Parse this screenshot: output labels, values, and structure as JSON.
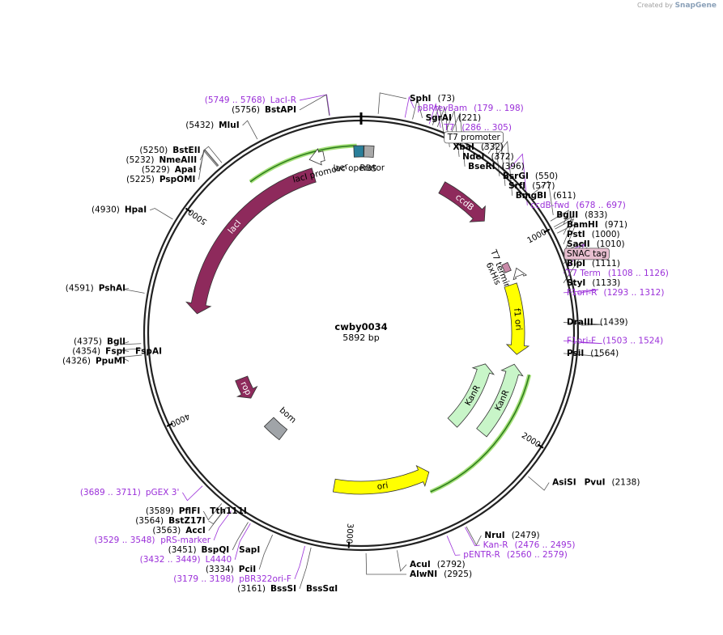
{
  "credit": {
    "prefix": "Created by",
    "brand": "SnapGene"
  },
  "plasmid": {
    "name": "cwby0034",
    "length_label": "5892 bp",
    "total_bp": 5892
  },
  "ruler": [
    {
      "bp": 1000,
      "label": "1000"
    },
    {
      "bp": 2000,
      "label": "2000"
    },
    {
      "bp": 3000,
      "label": "3000"
    },
    {
      "bp": 4000,
      "label": "4000"
    },
    {
      "bp": 5000,
      "label": "5000"
    }
  ],
  "features": [
    {
      "name": "lacI",
      "start": 4530,
      "end": 5620,
      "dir": "rev",
      "color": "#8e2a5c",
      "label": "lacI"
    },
    {
      "name": "lacI-promoter",
      "start": 5621,
      "end": 5698,
      "dir": "rev",
      "color": "#ffffff",
      "label": "lacI promoter"
    },
    {
      "name": "ccdB",
      "start": 474,
      "end": 780,
      "dir": "fwd",
      "color": "#8e2a5c",
      "label": "ccdB"
    },
    {
      "name": "T7-terminator",
      "start": 1100,
      "end": 1145,
      "dir": "rev",
      "color": "#ffffff",
      "label": "T7 terminator"
    },
    {
      "name": "f1-ori",
      "start": 1180,
      "end": 1600,
      "dir": "fwd",
      "color": "#ffff00",
      "label": "f1 ori"
    },
    {
      "name": "KanR-1",
      "start": 1700,
      "end": 2200,
      "dir": "rev",
      "color": "#c8f5c8",
      "label": "KanR"
    },
    {
      "name": "KanR-2",
      "start": 1660,
      "end": 2120,
      "dir": "rev",
      "color": "#c8f5c8",
      "label": "KanR"
    },
    {
      "name": "ori",
      "start": 2520,
      "end": 3110,
      "dir": "rev",
      "color": "#ffff00",
      "label": "ori"
    },
    {
      "name": "rop",
      "start": 3920,
      "end": 4080,
      "dir": "rev",
      "color": "#8e2a5c",
      "label": "rop"
    },
    {
      "name": "bom",
      "start": 3560,
      "end": 3700,
      "dir": "none",
      "color": "#a0a4a8",
      "label": "bom"
    }
  ],
  "small_features": [
    {
      "name": "lac operator",
      "label": "lac operator"
    },
    {
      "name": "RBS",
      "label": "RBS"
    },
    {
      "name": "6xHis",
      "label": "6xHis"
    }
  ],
  "labels": [
    {
      "side": "left",
      "kind": "primer",
      "name": "LacI-R",
      "pos": "(5749 .. 5768)",
      "bp": 5758
    },
    {
      "side": "left",
      "kind": "enzyme",
      "name": "BstAPI",
      "pos": "(5756)",
      "bp": 5756
    },
    {
      "side": "left",
      "kind": "enzyme",
      "name": "MluI",
      "pos": "(5432)",
      "bp": 5432
    },
    {
      "side": "left",
      "kind": "enzyme",
      "name": "BstEII",
      "pos": "(5250)",
      "bp": 5250
    },
    {
      "side": "left",
      "kind": "enzyme",
      "name": "NmeAIII",
      "pos": "(5232)",
      "bp": 5232
    },
    {
      "side": "left",
      "kind": "enzyme",
      "name": "ApaI",
      "pos": "(5229)",
      "bp": 5229
    },
    {
      "side": "left",
      "kind": "enzyme",
      "name": "PspOMI",
      "pos": "(5225)",
      "bp": 5225
    },
    {
      "side": "left",
      "kind": "enzyme",
      "name": "HpaI",
      "pos": "(4930)",
      "bp": 4930
    },
    {
      "side": "left",
      "kind": "enzyme",
      "name": "PshAI",
      "pos": "(4591)",
      "bp": 4591
    },
    {
      "side": "left",
      "kind": "enzyme",
      "name": "BglI",
      "pos": "(4375)",
      "bp": 4375
    },
    {
      "side": "left",
      "kind": "enzyme",
      "name": "FspI",
      "pos": "(4354)",
      "bp": 4354,
      "extra": "FspAI"
    },
    {
      "side": "left",
      "kind": "enzyme",
      "name": "PpuMI",
      "pos": "(4326)",
      "bp": 4326
    },
    {
      "side": "left",
      "kind": "primer",
      "name": "pGEX 3'",
      "pos": "(3689 .. 3711)",
      "bp": 3700
    },
    {
      "side": "left",
      "kind": "enzyme",
      "name": "PflFI",
      "pos": "(3589)",
      "bp": 3589,
      "extra": "Tth111I"
    },
    {
      "side": "left",
      "kind": "enzyme",
      "name": "BstZ17I",
      "pos": "(3564)",
      "bp": 3564
    },
    {
      "side": "left",
      "kind": "enzyme",
      "name": "AccI",
      "pos": "(3563)",
      "bp": 3563
    },
    {
      "side": "left",
      "kind": "primer",
      "name": "pRS-marker",
      "pos": "(3529 .. 3548)",
      "bp": 3538
    },
    {
      "side": "left",
      "kind": "enzyme",
      "name": "BspQI",
      "pos": "(3451)",
      "bp": 3451,
      "extra": "SapI"
    },
    {
      "side": "left",
      "kind": "primer",
      "name": "L4440",
      "pos": "(3432 .. 3449)",
      "bp": 3440
    },
    {
      "side": "left",
      "kind": "enzyme",
      "name": "PciI",
      "pos": "(3334)",
      "bp": 3334
    },
    {
      "side": "left",
      "kind": "primer",
      "name": "pBR322ori-F",
      "pos": "(3179 .. 3198)",
      "bp": 3188
    },
    {
      "side": "left",
      "kind": "enzyme",
      "name": "BssSI",
      "pos": "(3161)",
      "bp": 3161,
      "extra": "BssSαI"
    },
    {
      "side": "right",
      "kind": "enzyme",
      "name": "SphI",
      "pos": "(73)",
      "bp": 73
    },
    {
      "side": "right",
      "kind": "primer",
      "name": "pBRrevBam",
      "pos": "(179 .. 198)",
      "bp": 188
    },
    {
      "side": "right",
      "kind": "enzyme",
      "name": "SgrAI",
      "pos": "(221)",
      "bp": 221
    },
    {
      "side": "right",
      "kind": "primer",
      "name": "T7",
      "pos": "(286 .. 305)",
      "bp": 295
    },
    {
      "side": "right",
      "kind": "feature",
      "name": "T7 promoter",
      "pos": "",
      "bp": 310
    },
    {
      "side": "right",
      "kind": "enzyme",
      "name": "XbaI",
      "pos": "(332)",
      "bp": 332
    },
    {
      "side": "right",
      "kind": "enzyme",
      "name": "NdeI",
      "pos": "(372)",
      "bp": 372
    },
    {
      "side": "right",
      "kind": "enzyme",
      "name": "BseRI",
      "pos": "(396)",
      "bp": 396
    },
    {
      "side": "right",
      "kind": "enzyme",
      "name": "BsrGI",
      "pos": "(550)",
      "bp": 550
    },
    {
      "side": "right",
      "kind": "enzyme",
      "name": "SrfI",
      "pos": "(577)",
      "bp": 577
    },
    {
      "side": "right",
      "kind": "enzyme",
      "name": "BmgBI",
      "pos": "(611)",
      "bp": 611
    },
    {
      "side": "right",
      "kind": "primer",
      "name": "ccdB-fwd",
      "pos": "(678 .. 697)",
      "bp": 687
    },
    {
      "side": "right",
      "kind": "enzyme",
      "name": "BglII",
      "pos": "(833)",
      "bp": 833
    },
    {
      "side": "right",
      "kind": "enzyme",
      "name": "BamHI",
      "pos": "(971)",
      "bp": 971
    },
    {
      "side": "right",
      "kind": "enzyme",
      "name": "PstI",
      "pos": "(1000)",
      "bp": 1000
    },
    {
      "side": "right",
      "kind": "enzyme",
      "name": "SacII",
      "pos": "(1010)",
      "bp": 1010
    },
    {
      "side": "right",
      "kind": "feature",
      "name": "SNAC tag",
      "pos": "",
      "bp": 1030
    },
    {
      "side": "right",
      "kind": "enzyme",
      "name": "BlpI",
      "pos": "(1111)",
      "bp": 1111
    },
    {
      "side": "right",
      "kind": "primer",
      "name": "T7 Term",
      "pos": "(1108 .. 1126)",
      "bp": 1117
    },
    {
      "side": "right",
      "kind": "enzyme",
      "name": "StyI",
      "pos": "(1133)",
      "bp": 1133
    },
    {
      "side": "right",
      "kind": "primer",
      "name": "F1ori-R",
      "pos": "(1293 .. 1312)",
      "bp": 1302
    },
    {
      "side": "right",
      "kind": "enzyme",
      "name": "DraIII",
      "pos": "(1439)",
      "bp": 1439
    },
    {
      "side": "right",
      "kind": "primer",
      "name": "F1ori-F",
      "pos": "(1503 .. 1524)",
      "bp": 1513
    },
    {
      "side": "right",
      "kind": "enzyme",
      "name": "PsiI",
      "pos": "(1564)",
      "bp": 1564
    },
    {
      "side": "right",
      "kind": "enzyme",
      "name": "AsiSI",
      "pos": "(2138)",
      "bp": 2138,
      "extra": "PvuI"
    },
    {
      "side": "right",
      "kind": "primer",
      "name": "Kan-R",
      "pos": "(2476 .. 2495)",
      "bp": 2485
    },
    {
      "side": "right",
      "kind": "enzyme",
      "name": "NruI",
      "pos": "(2479)",
      "bp": 2479
    },
    {
      "side": "right",
      "kind": "primer",
      "name": "pENTR-R",
      "pos": "(2560 .. 2579)",
      "bp": 2570
    },
    {
      "side": "right",
      "kind": "enzyme",
      "name": "AcuI",
      "pos": "(2792)",
      "bp": 2792
    },
    {
      "side": "right",
      "kind": "enzyme",
      "name": "AlwNI",
      "pos": "(2925)",
      "bp": 2925
    }
  ],
  "colors": {
    "enzyme": "#000000",
    "primer": "#9b30d9",
    "backbone": "#222222",
    "highlight": "#a5e07a"
  }
}
